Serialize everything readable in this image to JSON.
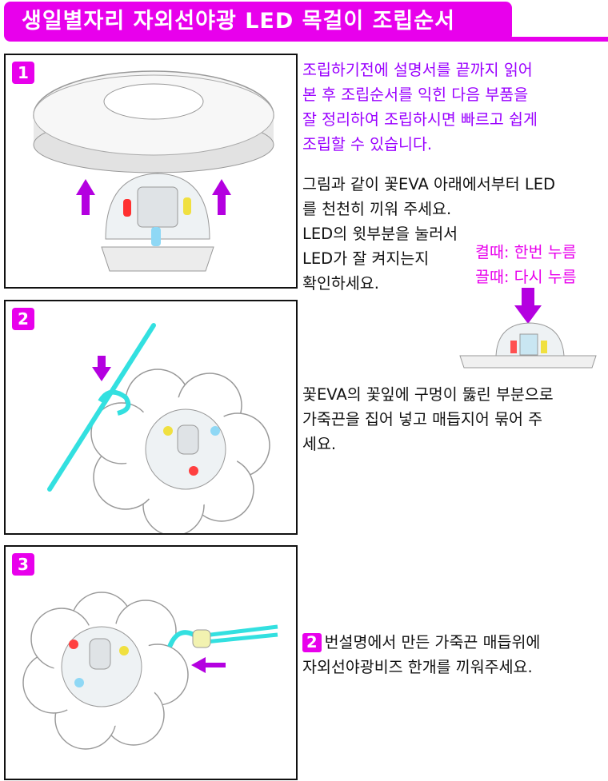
{
  "header": {
    "title": "생일별자리 자외선야광 LED 목걸이 조립순서"
  },
  "steps": [
    {
      "number": "1"
    },
    {
      "number": "2"
    },
    {
      "number": "3"
    }
  ],
  "intro": {
    "lines": [
      "조립하기전에 설명서를 끝까지 읽어",
      "본 후 조립순서를 익힌 다음 부품을",
      "잘 정리하여 조립하시면 빠르고 쉽게",
      "조립할 수 있습니다."
    ]
  },
  "step1_text": {
    "lines": [
      "그림과 같이 꽃EVA 아래에서부터 LED",
      "를 천천히 끼워 주세요.",
      "LED의 윗부분을 눌러서",
      "LED가 잘 켜지는지",
      "확인하세요."
    ],
    "on_label": "켤때: 한번 누름",
    "off_label": "끌때: 다시 누름"
  },
  "step2_text": {
    "lines": [
      "꽃EVA의 꽃잎에 구멍이 뚫린 부분으로",
      "가죽끈을 집어 넣고 매듭지어 묶어 주",
      "세요."
    ]
  },
  "step3_text": {
    "ref": "2",
    "lines": [
      "번설명에서 만든 가죽끈 매듭위에",
      "자외선야광비즈 한개를 끼워주세요."
    ]
  },
  "colors": {
    "accent": "#e800ec",
    "intro": "#9a00ff",
    "cord": "#33e0e0"
  }
}
